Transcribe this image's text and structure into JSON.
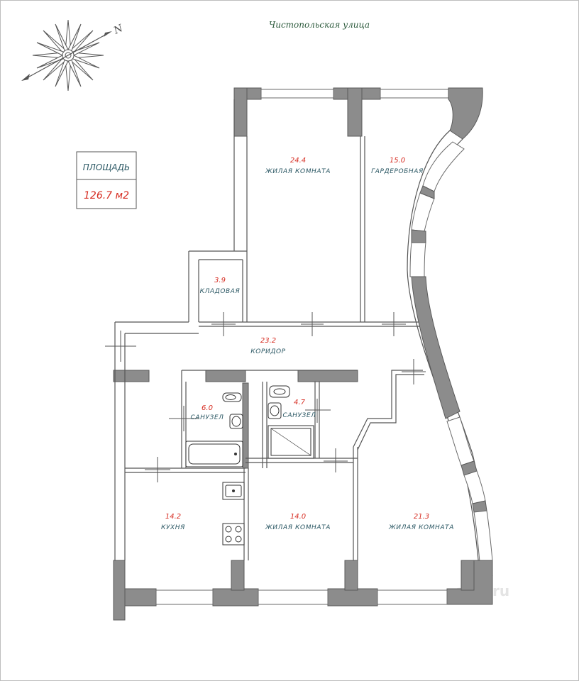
{
  "street": "Чистопольская улица",
  "compass": {
    "north_letter": "N"
  },
  "legend": {
    "label": "ПЛОЩАДЬ",
    "value": "126.7 м2"
  },
  "rooms": {
    "living_1": {
      "area": "24.4",
      "name": "ЖИЛАЯ КОМНАТА"
    },
    "wardrobe": {
      "area": "15.0",
      "name": "ГАРДЕРОБНАЯ"
    },
    "storage": {
      "area": "3.9",
      "name": "КЛАДОВАЯ"
    },
    "corridor": {
      "area": "23.2",
      "name": "КОРИДОР"
    },
    "bath_1": {
      "area": "6.0",
      "name": "САНУЗЕЛ"
    },
    "bath_2": {
      "area": "4.7",
      "name": "САНУЗЕЛ"
    },
    "kitchen": {
      "area": "14.2",
      "name": "КУХНЯ"
    },
    "living_2": {
      "area": "14.0",
      "name": "ЖИЛАЯ КОМНАТА"
    },
    "living_3": {
      "area": "21.3",
      "name": "ЖИЛАЯ КОМНАТА"
    }
  },
  "watermark": "cian.ru"
}
